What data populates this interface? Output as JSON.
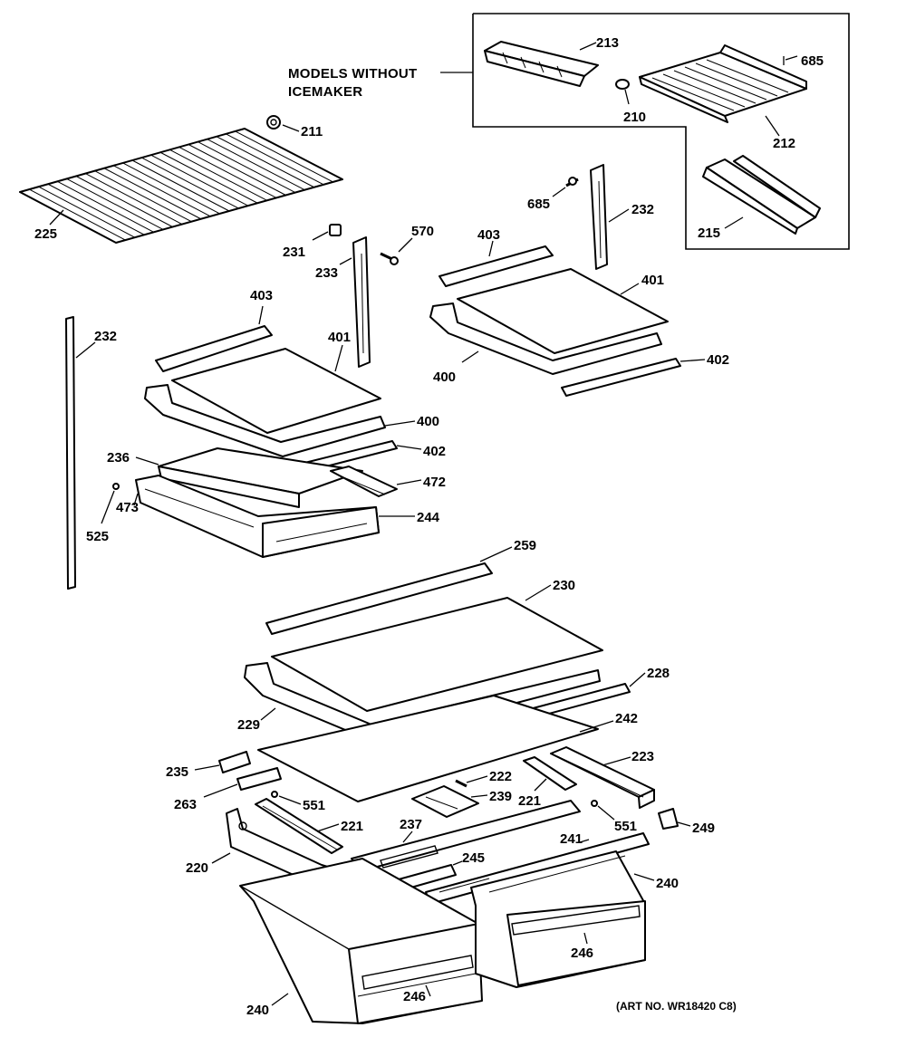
{
  "insert_caption": [
    "MODELS WITHOUT",
    "ICEMAKER"
  ],
  "art_number": "(ART NO. WR18420 C8)",
  "callouts": {
    "c213": "213",
    "c685a": "685",
    "c210": "210",
    "c212": "212",
    "c215": "215",
    "c211": "211",
    "c225": "225",
    "c685b": "685",
    "c232a": "232",
    "c231": "231",
    "c233": "233",
    "c570": "570",
    "c403a": "403",
    "c401a": "401",
    "c400a": "400",
    "c402a": "402",
    "c232b": "232",
    "c403b": "403",
    "c401b": "401",
    "c400b": "400",
    "c402b": "402",
    "c236": "236",
    "c472": "472",
    "c473": "473",
    "c525": "525",
    "c244": "244",
    "c259": "259",
    "c230": "230",
    "c228": "228",
    "c229": "229",
    "c242": "242",
    "c223": "223",
    "c235": "235",
    "c222": "222",
    "c263": "263",
    "c239": "239",
    "c221a": "221",
    "c551a": "551",
    "c551b": "551",
    "c221b": "221",
    "c249": "249",
    "c237": "237",
    "c241": "241",
    "c220": "220",
    "c245": "245",
    "c240a": "240",
    "c246a": "246",
    "c246b": "246",
    "c240b": "240"
  }
}
